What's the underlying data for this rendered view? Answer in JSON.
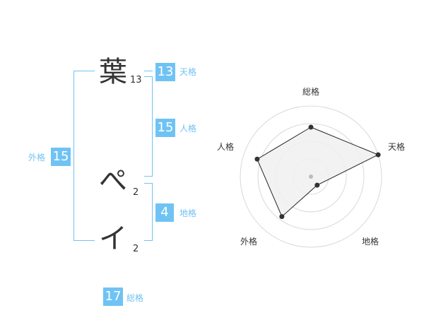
{
  "name_chars": [
    {
      "char": "葉",
      "strokes": "13"
    },
    {
      "char": "ぺ",
      "strokes": "2"
    },
    {
      "char": "イ",
      "strokes": "2"
    }
  ],
  "kaku": {
    "tenkaku": {
      "value": "13",
      "label": "天格"
    },
    "jinkaku": {
      "value": "15",
      "label": "人格"
    },
    "chikaku": {
      "value": "4",
      "label": "地格"
    },
    "gaikaku": {
      "value": "15",
      "label": "外格"
    },
    "soukaku": {
      "value": "17",
      "label": "総格"
    }
  },
  "accent_color": "#6fc3f4",
  "chart_data": {
    "type": "radar",
    "axes": [
      "総格",
      "天格",
      "地格",
      "外格",
      "人格"
    ],
    "values": [
      0.7,
      1.0,
      0.15,
      0.7,
      0.8
    ],
    "range": [
      0,
      1
    ],
    "grid_rings": 4,
    "fill_color": "#f0f0f0",
    "line_color": "#222222"
  }
}
